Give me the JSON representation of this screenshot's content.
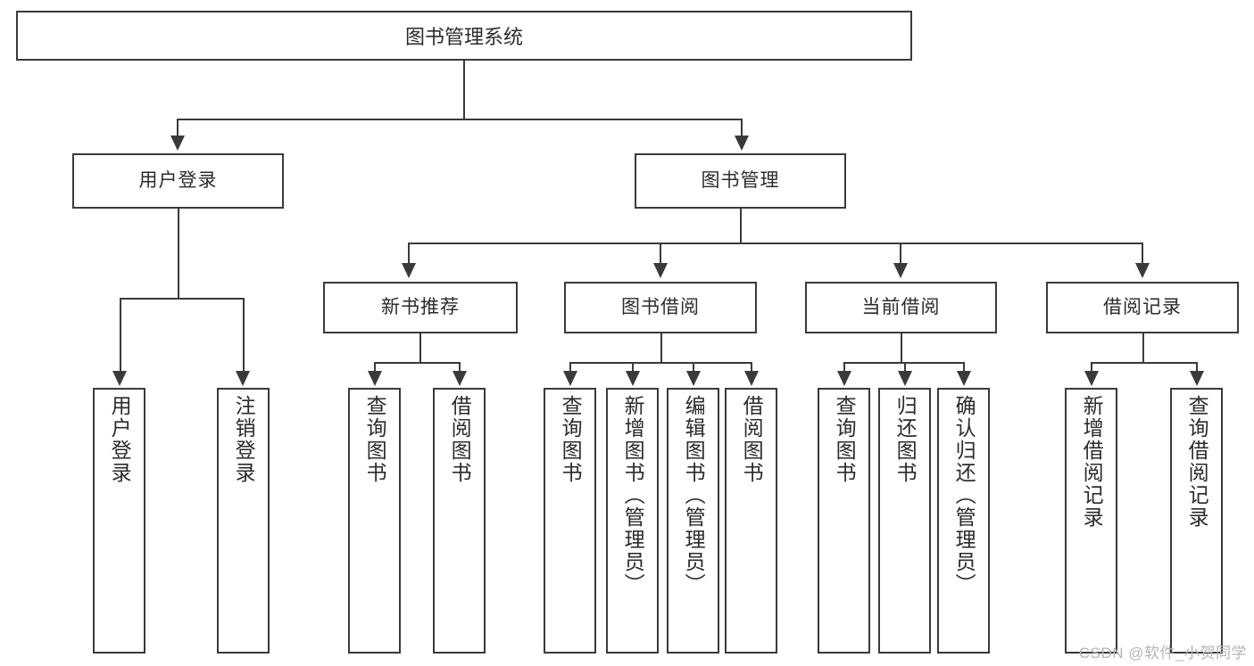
{
  "diagram": {
    "type": "tree",
    "title": "图书管理系统",
    "watermark": "CSDN @软件_小贺同学",
    "colors": {
      "stroke": "#3a3a3a",
      "text": "#2b2b2b",
      "background": "#ffffff",
      "watermark": "#b4b4b4"
    },
    "root": {
      "label": "图书管理系统"
    },
    "level2": [
      {
        "label": "用户登录"
      },
      {
        "label": "图书管理"
      }
    ],
    "level3": [
      {
        "label": "新书推荐"
      },
      {
        "label": "图书借阅"
      },
      {
        "label": "当前借阅"
      },
      {
        "label": "借阅记录"
      }
    ],
    "leaves": {
      "user_login": [
        {
          "label": "用户登录"
        },
        {
          "label": "注销登录"
        }
      ],
      "new_book_recommend": [
        {
          "label": "查询图书"
        },
        {
          "label": "借阅图书"
        }
      ],
      "book_borrow": [
        {
          "label": "查询图书"
        },
        {
          "label": "新增图书（管理员）"
        },
        {
          "label": "编辑图书（管理员）"
        },
        {
          "label": "借阅图书"
        }
      ],
      "current_borrow": [
        {
          "label": "查询图书"
        },
        {
          "label": "归还图书"
        },
        {
          "label": "确认归还（管理员）"
        }
      ],
      "borrow_record": [
        {
          "label": "新增借阅记录"
        },
        {
          "label": "查询借阅记录"
        }
      ]
    }
  }
}
